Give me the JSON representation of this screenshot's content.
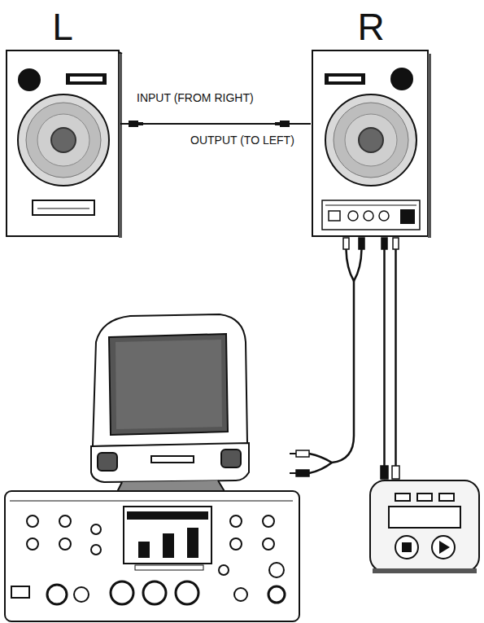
{
  "diagram": {
    "nodes": [
      {
        "text": [
          "L"
        ]
      },
      {
        "text": [
          "R"
        ]
      }
    ],
    "edges": [
      {
        "from": 1,
        "to": 0,
        "arrow": "none"
      }
    ],
    "labels": [
      "INPUT (FROM RIGHT)",
      "OUTPUT (TO LEFT)"
    ]
  }
}
